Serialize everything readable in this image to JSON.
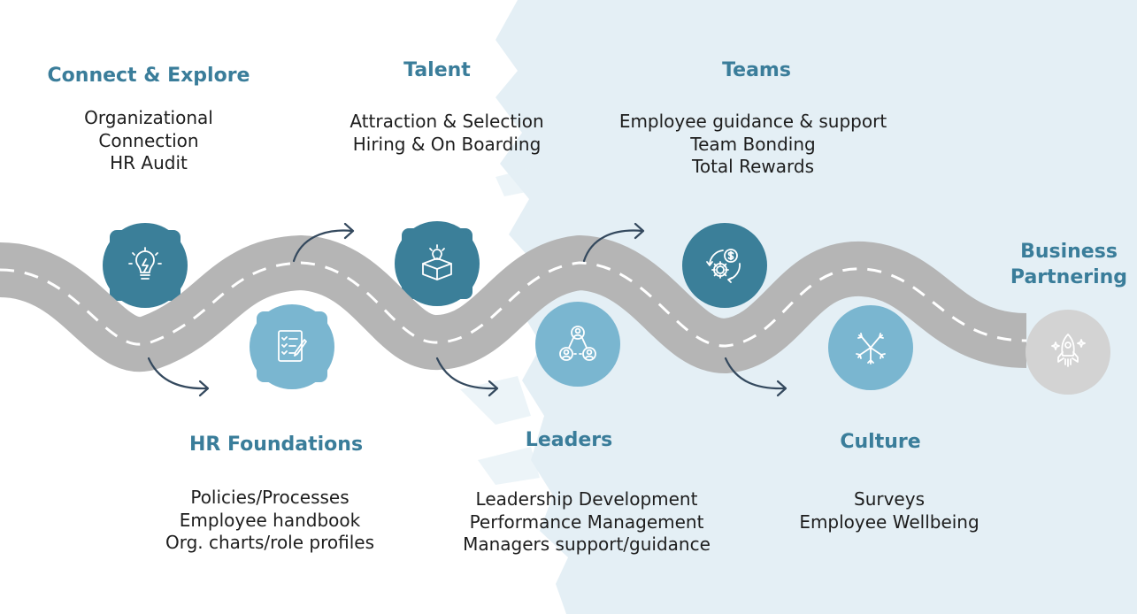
{
  "colors": {
    "title": "#3a7d9a",
    "text": "#1d1d1d",
    "road": "#b5b5b5",
    "road_dash": "#ffffff",
    "icon_dark": "#3b7f99",
    "icon_light": "#7ab6d0",
    "icon_faded": "#d3d3d3",
    "splash_bg": "#e4eff5",
    "arrow": "#34495e"
  },
  "stages": [
    {
      "title": "Connect & Explore",
      "items": [
        "Organizational",
        "Connection",
        "HR Audit"
      ],
      "icon": "lightbulb-bolt-icon"
    },
    {
      "title": "HR Foundations",
      "items": [
        "Policies/Processes",
        "Employee handbook",
        "Org. charts/role profiles"
      ],
      "icon": "checklist-pencil-icon"
    },
    {
      "title": "Talent",
      "items": [
        "Attraction & Selection",
        "Hiring & On Boarding"
      ],
      "icon": "box-lightbulb-icon"
    },
    {
      "title": "Leaders",
      "items": [
        "Leadership Development",
        "Performance Management",
        "Managers support/guidance"
      ],
      "icon": "network-people-icon"
    },
    {
      "title": "Teams",
      "items": [
        "Employee guidance & support",
        "Team Bonding",
        "Total Rewards"
      ],
      "icon": "gear-dollar-cycle-icon"
    },
    {
      "title": "Culture",
      "items": [
        "Surveys",
        "Employee Wellbeing"
      ],
      "icon": "hands-together-icon"
    },
    {
      "title_lines": [
        "Business",
        "Partnering"
      ],
      "icon": "rocket-icon"
    }
  ]
}
